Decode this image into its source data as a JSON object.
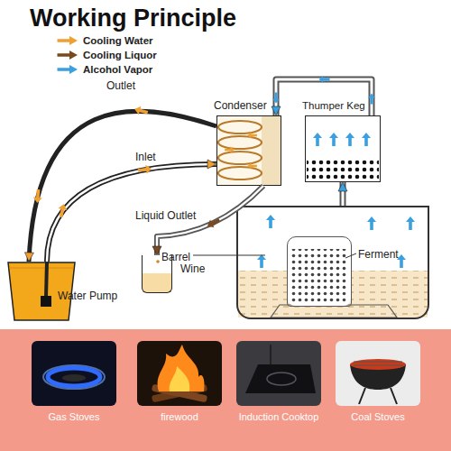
{
  "diagram": {
    "title": "Working Principle",
    "nodes": [
      {
        "text": [
          "Condenser"
        ]
      },
      {
        "text": [
          "Thumper Keg"
        ]
      },
      {
        "text": [
          "Barrel"
        ]
      },
      {
        "text": [
          "Ferment"
        ],
        "in": 2
      },
      {
        "text": [
          "Wine"
        ]
      },
      {
        "text": [
          "Water Pump"
        ]
      },
      {
        "text": [
          "Gas Stoves"
        ]
      },
      {
        "text": [
          "firewood"
        ]
      },
      {
        "text": [
          "Induction Cooktop"
        ]
      },
      {
        "text": [
          "Coal Stoves"
        ]
      }
    ],
    "edges": [
      {
        "from": 2,
        "to": 1,
        "arrow": "to"
      },
      {
        "from": 1,
        "to": 0,
        "arrow": "to"
      },
      {
        "from": 0,
        "to": 4,
        "label": "Liquid Outlet",
        "arrow": "to"
      },
      {
        "from": 5,
        "to": 0,
        "label": "Inlet",
        "arrow": "to"
      },
      {
        "from": 0,
        "to": 5,
        "label": "Outlet",
        "arrow": "to"
      }
    ],
    "legend": [
      {
        "text": "Cooling Water"
      },
      {
        "text": "Cooling Liquor"
      },
      {
        "text": "Alcohol Vapor"
      }
    ]
  }
}
